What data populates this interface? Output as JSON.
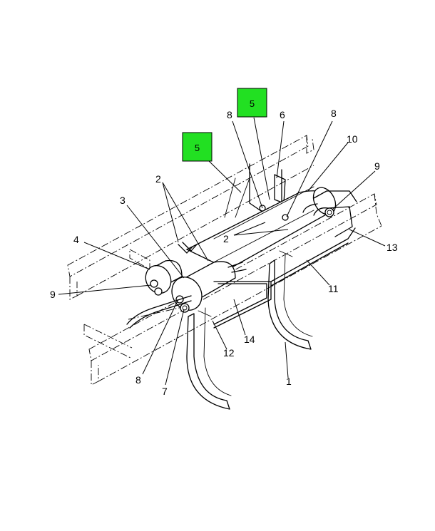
{
  "diagram": {
    "highlight_color": "#22e022",
    "callouts": [
      {
        "id": "c1",
        "text": "1"
      },
      {
        "id": "c2a",
        "text": "2"
      },
      {
        "id": "c2b",
        "text": "2"
      },
      {
        "id": "c3",
        "text": "3"
      },
      {
        "id": "c4",
        "text": "4"
      },
      {
        "id": "c5a",
        "text": "5"
      },
      {
        "id": "c5b",
        "text": "5"
      },
      {
        "id": "c6",
        "text": "6"
      },
      {
        "id": "c7",
        "text": "7"
      },
      {
        "id": "c8a",
        "text": "8"
      },
      {
        "id": "c8b",
        "text": "8"
      },
      {
        "id": "c8c",
        "text": "8"
      },
      {
        "id": "c9a",
        "text": "9"
      },
      {
        "id": "c9b",
        "text": "9"
      },
      {
        "id": "c10",
        "text": "10"
      },
      {
        "id": "c11",
        "text": "11"
      },
      {
        "id": "c12",
        "text": "12"
      },
      {
        "id": "c13",
        "text": "13"
      },
      {
        "id": "c14",
        "text": "14"
      }
    ]
  }
}
